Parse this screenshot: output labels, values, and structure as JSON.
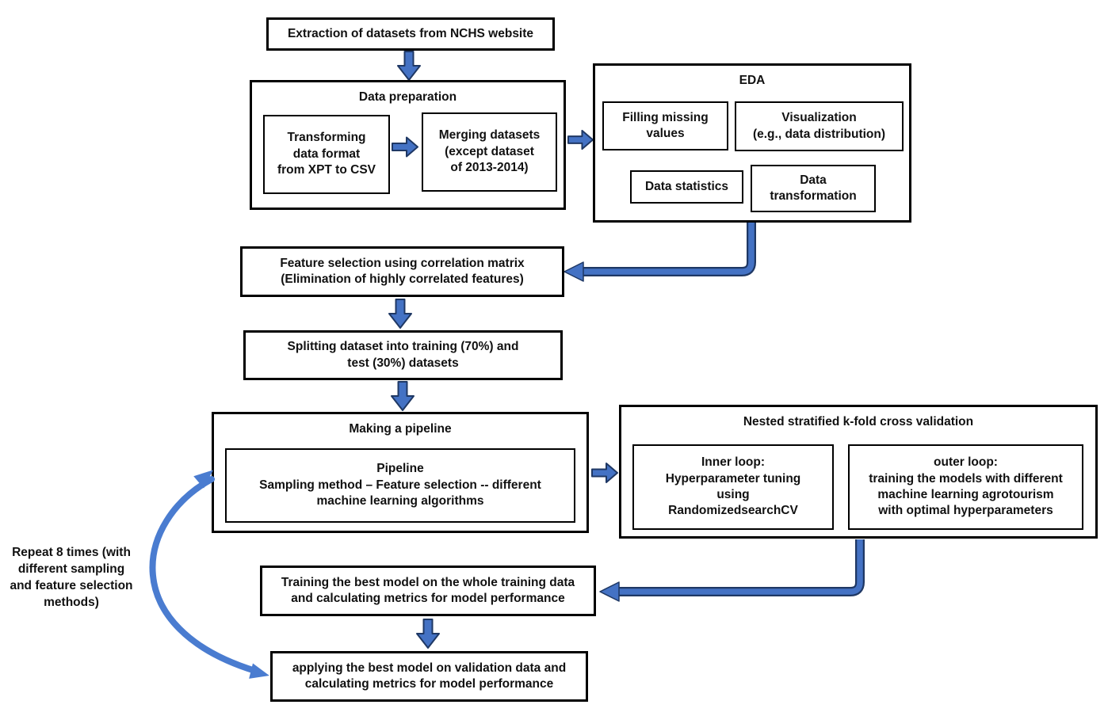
{
  "colors": {
    "arrow_fill": "#4472c4",
    "arrow_stroke": "#1f3864",
    "curve_color": "#4a7cd0",
    "box_border": "#000000",
    "page_bg": "#ffffff",
    "text_color": "#111111"
  },
  "nodes": {
    "extraction": {
      "label": "Extraction of datasets from NCHS  website"
    },
    "data_preparation": {
      "title": "Data preparation",
      "transforming": {
        "label": "Transforming\ndata format\nfrom XPT to CSV"
      },
      "merging": {
        "label": "Merging datasets\n(except dataset\nof 2013-2014)"
      }
    },
    "eda": {
      "title": "EDA",
      "filling_missing": {
        "label": "Filling missing\nvalues"
      },
      "visualization": {
        "label": "Visualization\n(e.g., data distribution)"
      },
      "data_statistics": {
        "label": "Data statistics"
      },
      "data_transformation": {
        "label": "Data\ntransformation"
      }
    },
    "feature_selection": {
      "label": "Feature selection using correlation matrix\n(Elimination of highly correlated features)"
    },
    "splitting": {
      "label": "Splitting dataset into training (70%) and\ntest (30%) datasets"
    },
    "making_pipeline": {
      "title": "Making a pipeline",
      "pipeline": {
        "label": "Pipeline\nSampling method – Feature selection  -- different\nmachine learning algorithms"
      }
    },
    "nested_cv": {
      "title": "Nested stratified k-fold cross validation",
      "inner_loop": {
        "label": "Inner loop:\nHyperparameter tuning\nusing\nRandomizedsearchCV"
      },
      "outer_loop": {
        "label": "outer loop:\ntraining the models with different\nmachine learning agrotourism\nwith optimal hyperparameters"
      }
    },
    "training_best_model": {
      "label": "Training the best model on the whole training data\nand calculating metrics for model performance"
    },
    "applying_best_model": {
      "label": "applying the best model on validation data and\ncalculating metrics for model  performance"
    },
    "repeat_note": {
      "label": "Repeat 8 times (with\ndifferent sampling\nand feature selection\nmethods)"
    }
  }
}
